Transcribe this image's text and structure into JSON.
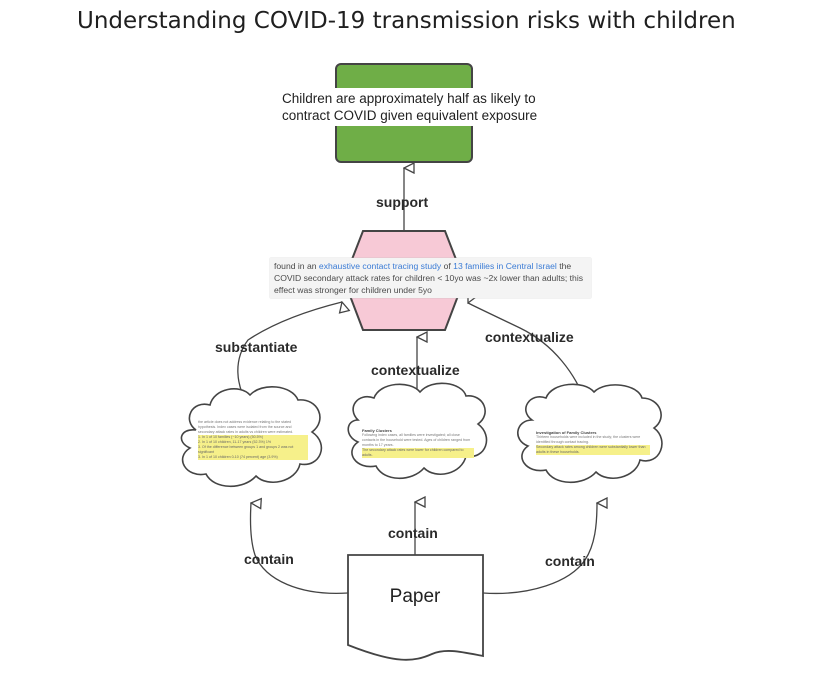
{
  "title": "Understanding COVID-19 transmission risks with children",
  "claim": {
    "text": "Children are approximately half as likely to contract COVID given equivalent exposure",
    "color": "#6fae47"
  },
  "finding": {
    "prefix": "found in an",
    "link1": "exhaustive contact tracing study",
    "mid": "of",
    "link2": "13 families in Central Israel",
    "rest": "the COVID secondary attack rates for children < 10yo was ~2x lower than adults; this effect was stronger for children under 5yo",
    "color": "#f7c9d6"
  },
  "edges": {
    "support": "support",
    "substantiate": "substantiate",
    "contextualize_center": "contextualize",
    "contextualize_right": "contextualize",
    "contain_left": "contain",
    "contain_center": "contain",
    "contain_right": "contain"
  },
  "paper": {
    "label": "Paper"
  },
  "snippets": {
    "left": {
      "intro": "the article does not address evidence relating to the stated hypothesis. Index cases were isolated from the source and secondary attack rates in adults vs children were estimated.",
      "highlights": [
        "1. In 1 of 10 families (~10 years) (50.5%)",
        "2. In 1 of 10 children, 11-17 years (52.3%) 1%",
        "3. Of the difference between groups 1 and groups 2 was not significant",
        "3. In 1 of 10 children 0-10 (74 percent) age (3.9%)"
      ]
    },
    "center": {
      "header": "Family Clusters",
      "body": "Following index cases, all families were investigated; all close contacts in the household were tested. Ages of children ranged from months to 17 years.",
      "highlight": "The secondary attack rates were lower for children compared to adults."
    },
    "right": {
      "header": "Investigation of Family Clusters",
      "body": "Thirteen households were included in the study; the clusters were identified through contact tracing.",
      "highlight": "Secondary attack rates among children were substantially lower than adults in these households."
    }
  }
}
